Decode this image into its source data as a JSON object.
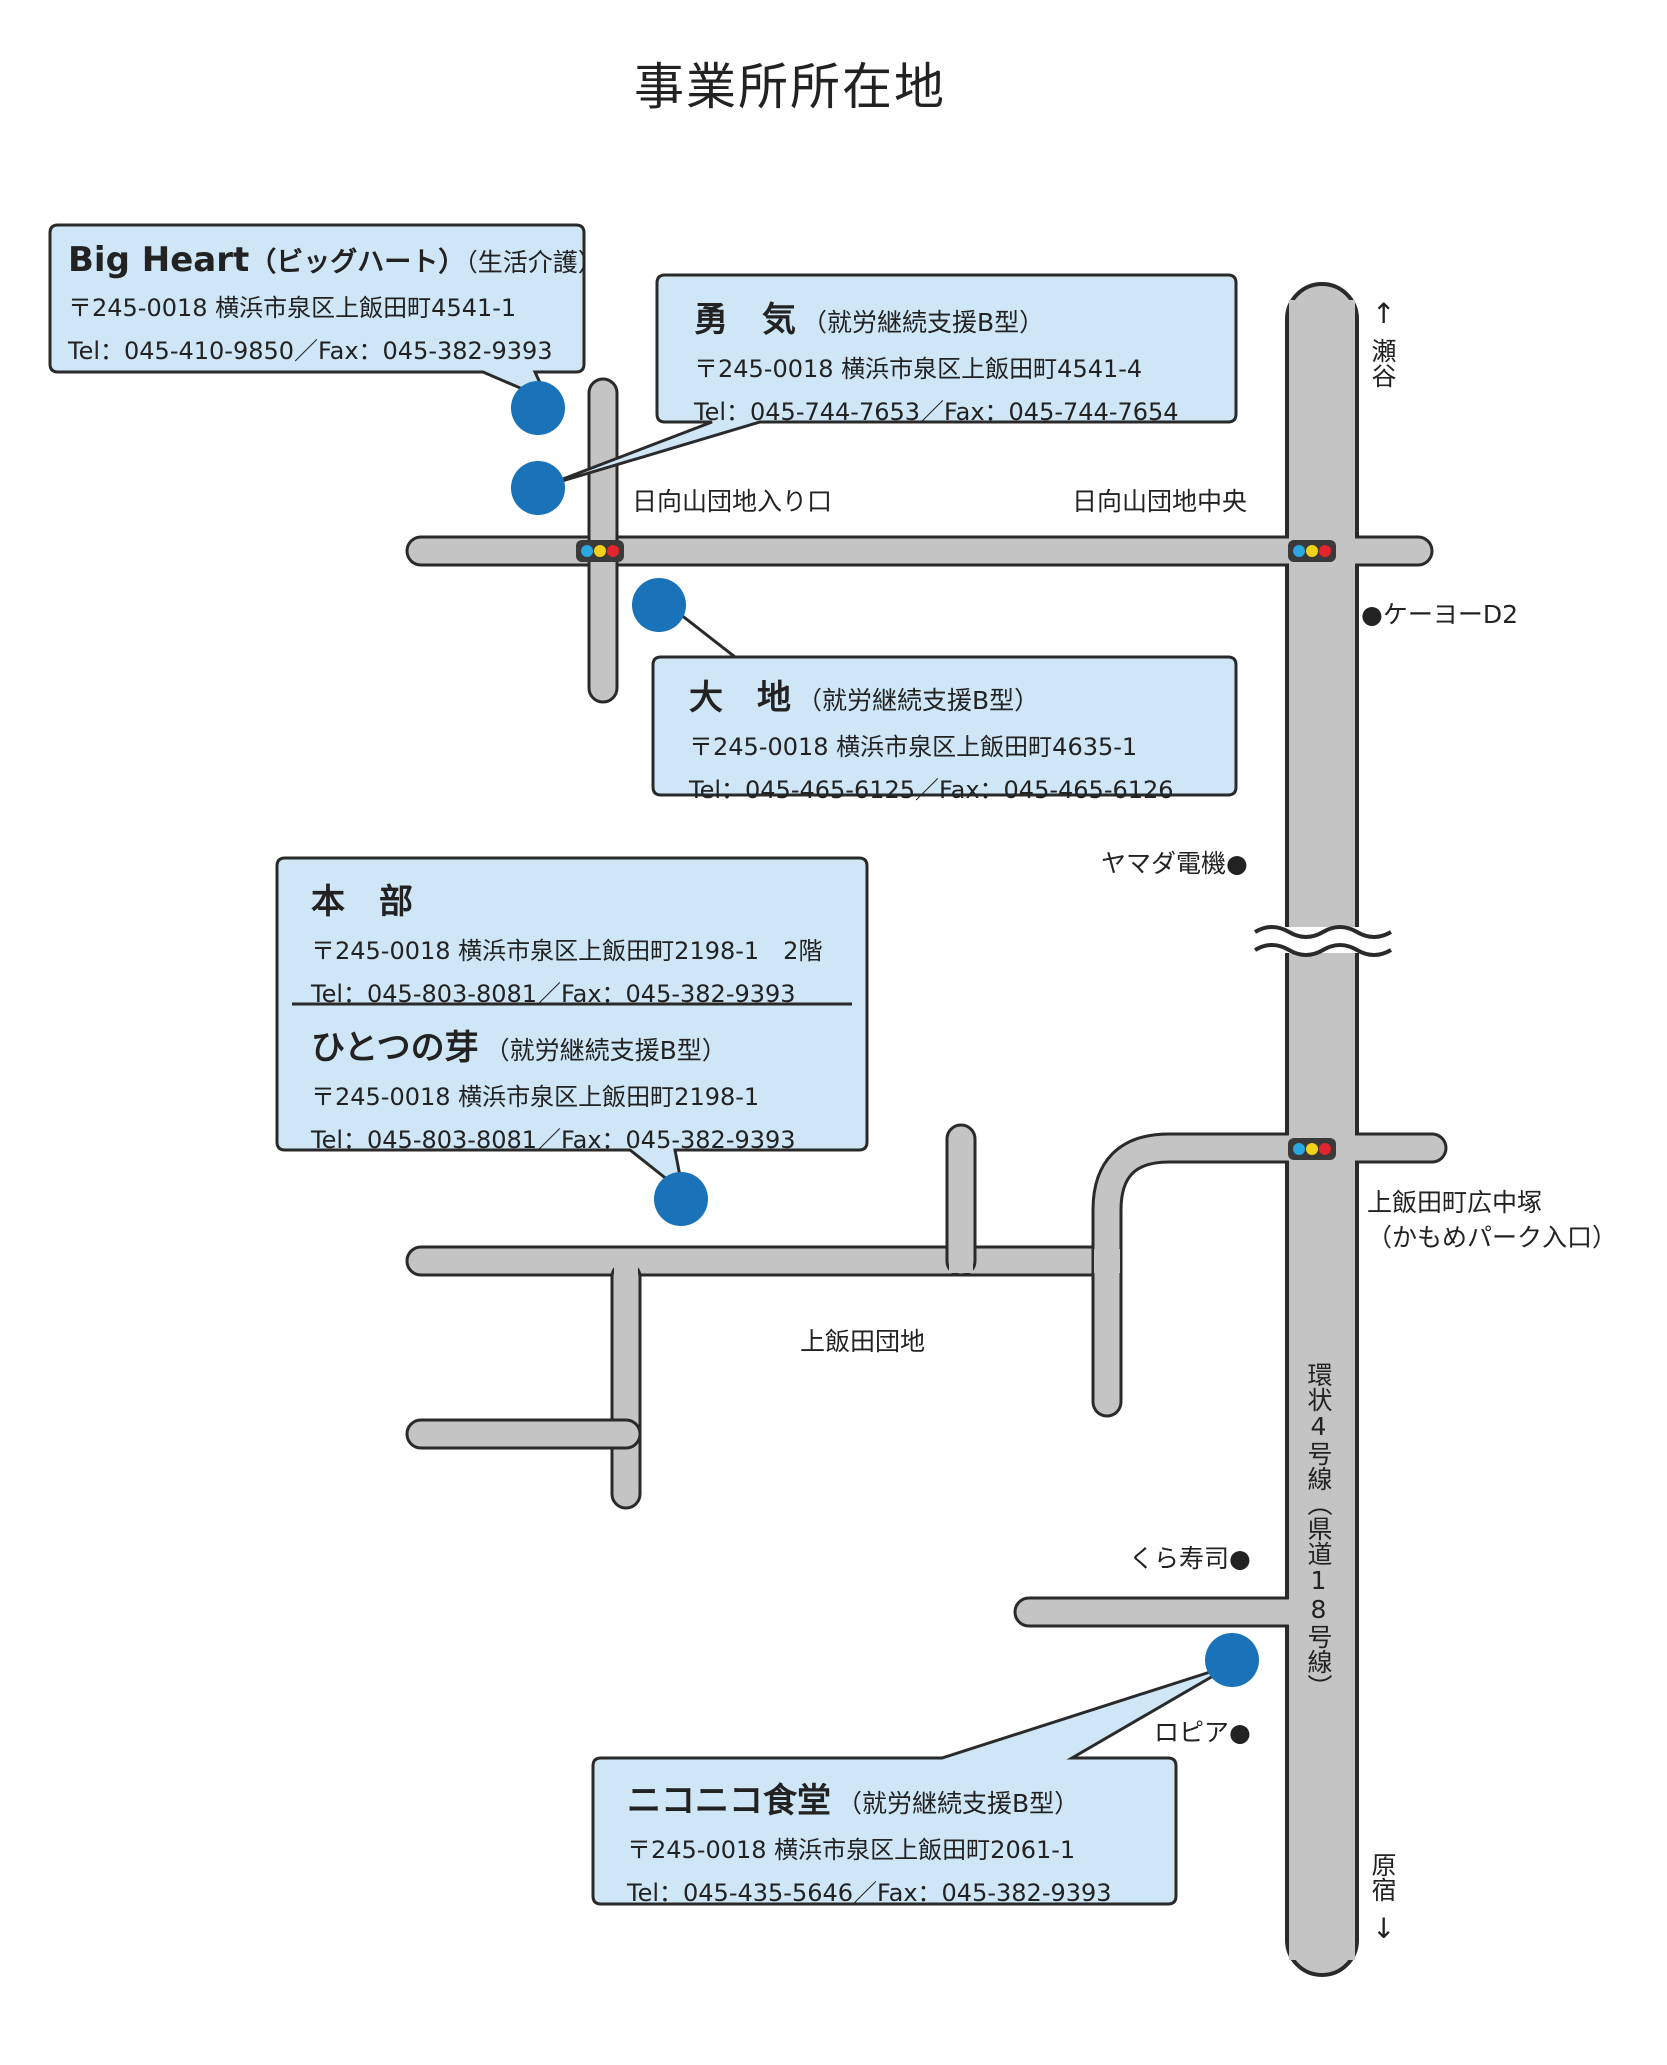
{
  "title": "事業所所在地",
  "colors": {
    "road": "#c4c4c4",
    "road_outline": "#2a2a2a",
    "box_fill": "#cfe6f6",
    "marker": "#1a72b8",
    "signal": [
      "#2aa8e0",
      "#f2d11a",
      "#e0252e"
    ]
  },
  "offices": {
    "big_heart": {
      "name": "Big Heart",
      "name_suffix": "（ビッグハート）",
      "type": "（生活介護）",
      "postal_address": "〒245-0018 横浜市泉区上飯田町4541-1",
      "phone_fax": "Tel：045-410-9850／Fax：045-382-9393"
    },
    "yuuki": {
      "name": "勇　気",
      "type": "（就労継続支援B型）",
      "postal_address": "〒245-0018 横浜市泉区上飯田町4541-4",
      "phone_fax": "Tel：045-744-7653／Fax：045-744-7654"
    },
    "daichi": {
      "name": "大　地",
      "type": "（就労継続支援B型）",
      "postal_address": "〒245-0018 横浜市泉区上飯田町4635-1",
      "phone_fax": "Tel：045-465-6125／Fax：045-465-6126"
    },
    "honbu": {
      "name": "本　部",
      "postal_address": "〒245-0018 横浜市泉区上飯田町2198-1　2階",
      "phone_fax": "Tel：045-803-8081／Fax：045-382-9393"
    },
    "hitotsunome": {
      "name": "ひとつの芽",
      "type": "（就労継続支援B型）",
      "postal_address": "〒245-0018 横浜市泉区上飯田町2198-1",
      "phone_fax": "Tel：045-803-8081／Fax：045-382-9393"
    },
    "nikoniko": {
      "name": "ニコニコ食堂",
      "type": "（就労継続支援B型）",
      "postal_address": "〒245-0018 横浜市泉区上飯田町2061-1",
      "phone_fax": "Tel：045-435-5646／Fax：045-382-9393"
    }
  },
  "places": {
    "hinatayama_entrance": "日向山団地入り口",
    "hinatayama_center": "日向山団地中央",
    "keiyo_d2": "●ケーヨーD2",
    "yamada_denki": "ヤマダ電機●",
    "kamiiida_hironakazuka": "上飯田町広中塚",
    "kamome_park": "（かもめパーク入口）",
    "kamiiida_danchi": "上飯田団地",
    "kura_sushi": "くら寿司●",
    "lopia": "ロピア●"
  },
  "directions": {
    "north_arrow": "↑",
    "north_place": "瀬谷",
    "south_place": "原宿",
    "south_arrow": "↓"
  },
  "route_name": "環状4号線（県道18号線）"
}
